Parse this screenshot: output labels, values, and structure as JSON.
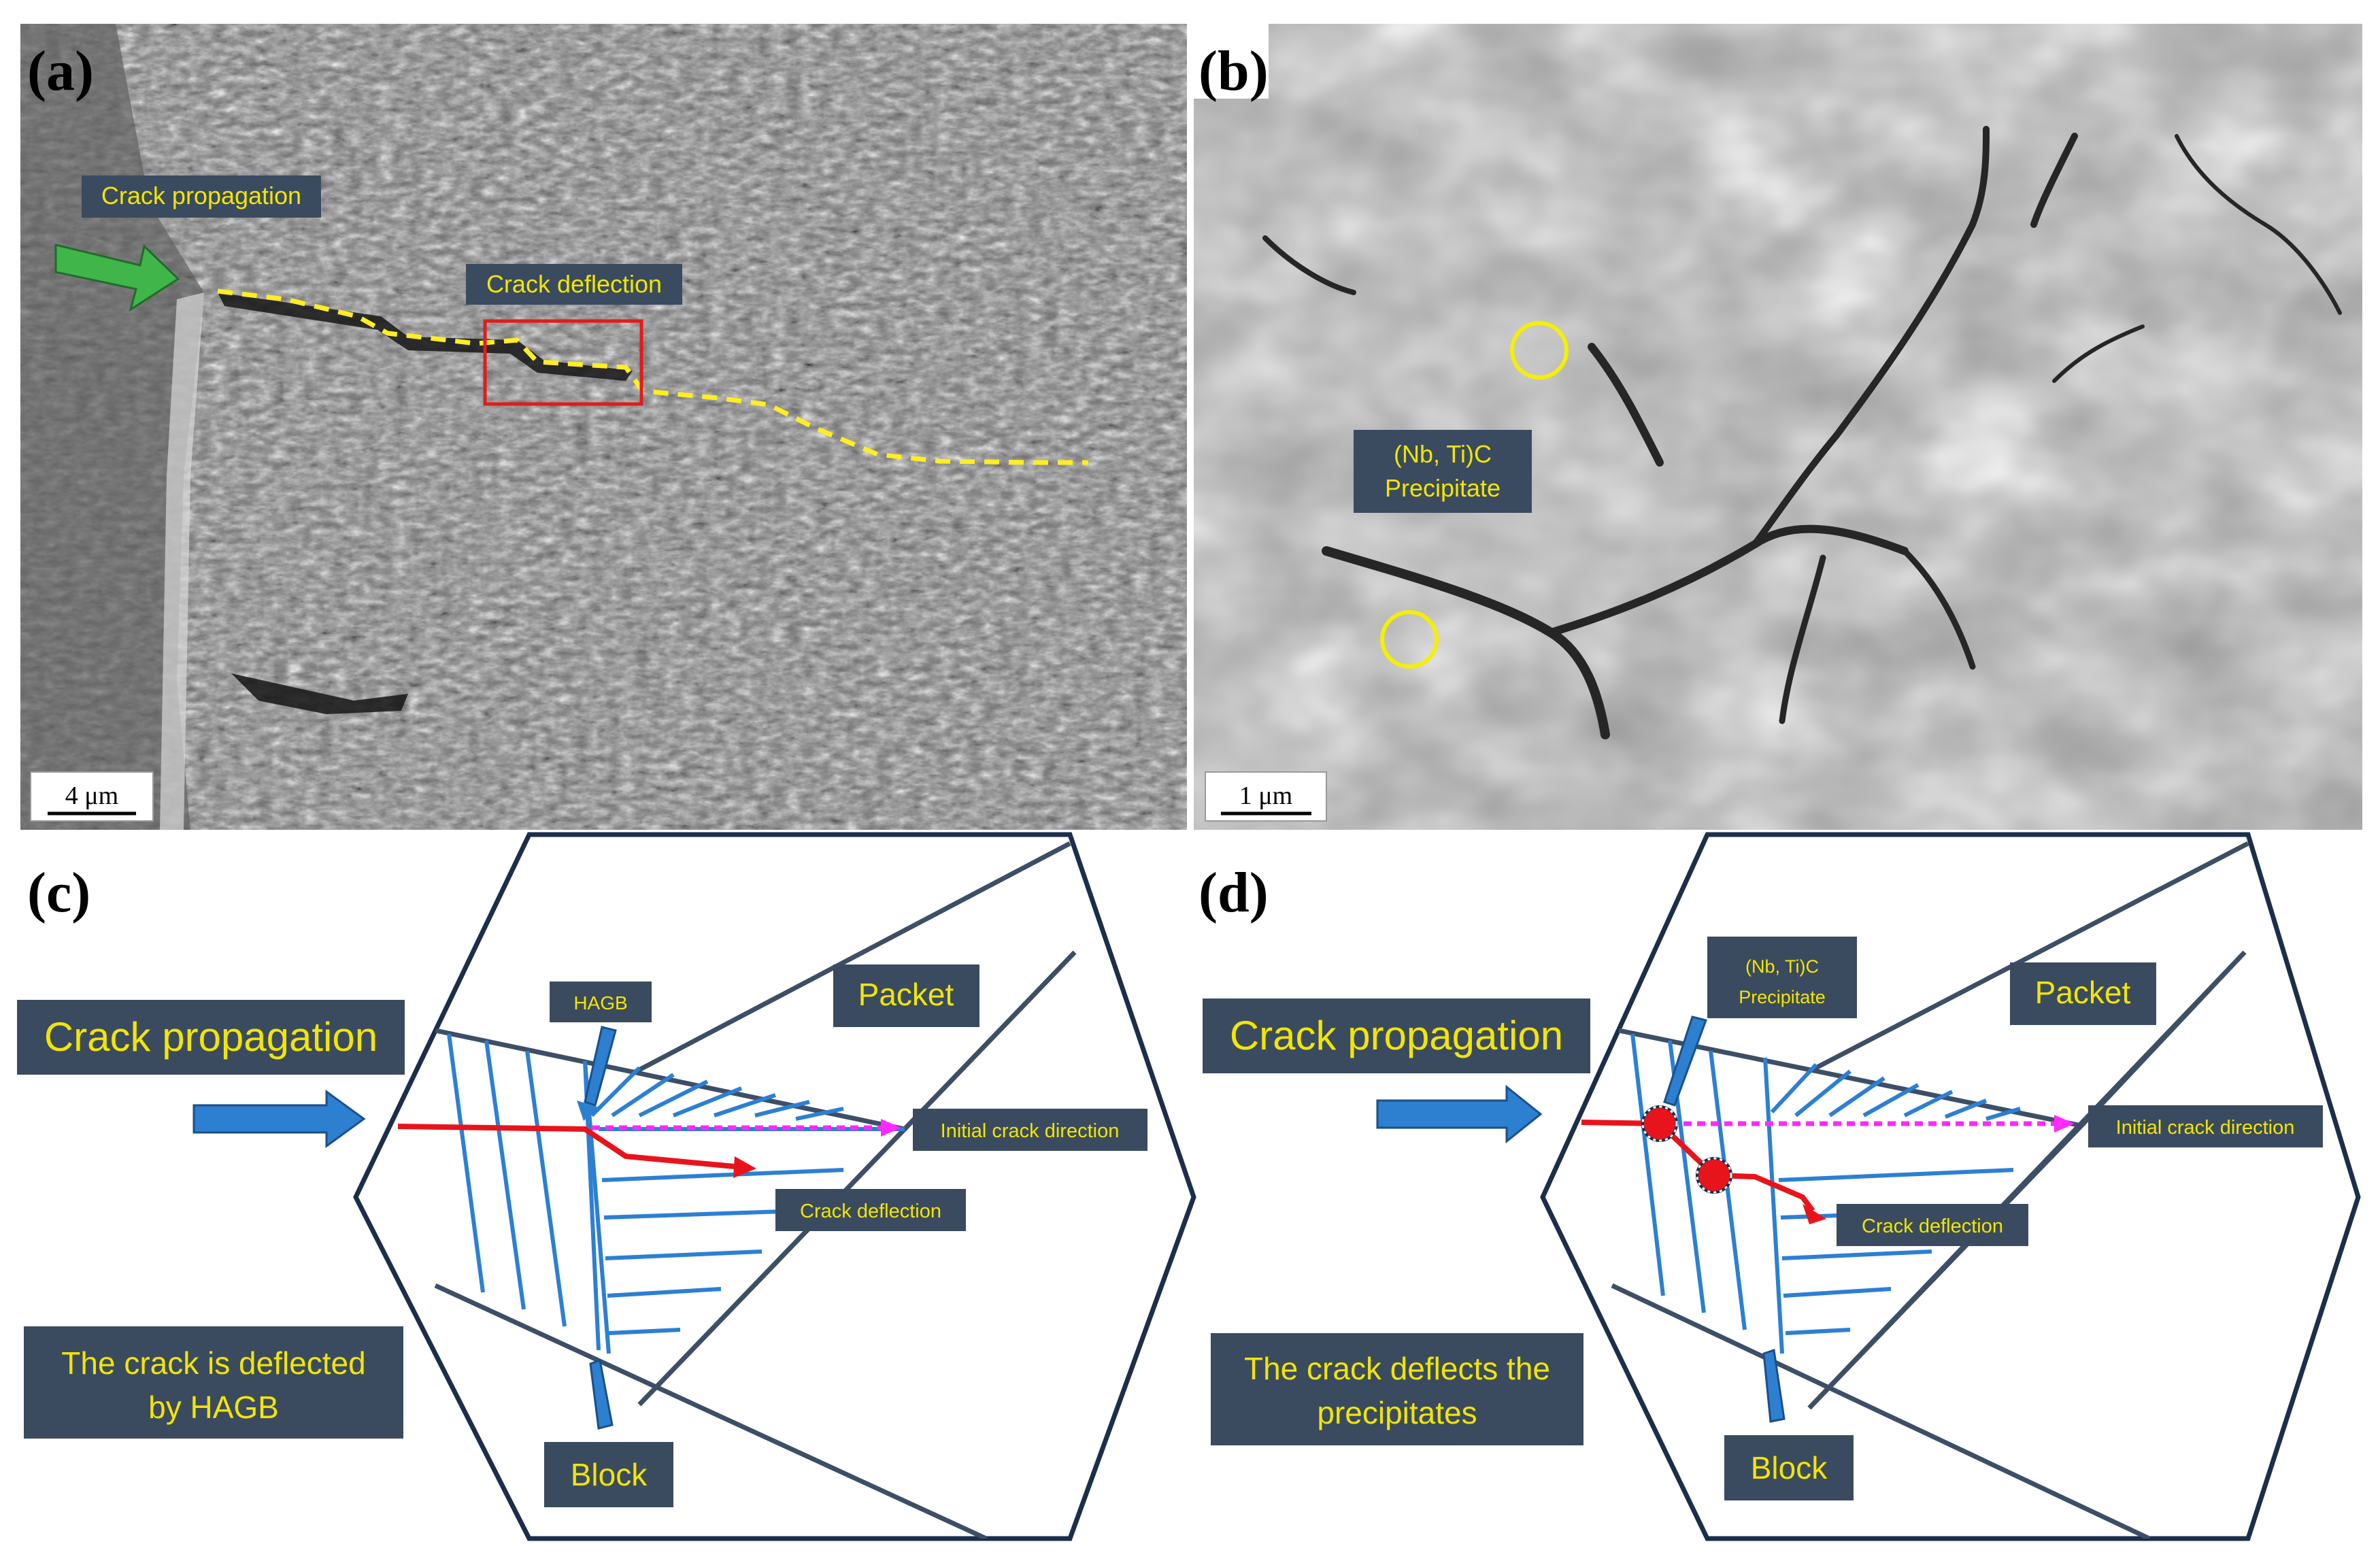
{
  "panels": {
    "a": {
      "tag": "(a)",
      "labels": {
        "crack_propagation": "Crack propagation",
        "crack_deflection": "Crack deflection"
      },
      "scale_bar": "4 μm"
    },
    "b": {
      "tag": "(b)",
      "labels": {
        "precipitate_line1": "(Nb, Ti)C",
        "precipitate_line2": "Precipitate"
      },
      "scale_bar": "1 μm"
    },
    "c": {
      "tag": "(c)",
      "labels": {
        "crack_propagation": "Crack propagation",
        "hagb": "HAGB",
        "packet": "Packet",
        "initial_crack_direction": "Initial crack direction",
        "crack_deflection": "Crack deflection",
        "block": "Block",
        "caption_line1": "The crack is deflected",
        "caption_line2": "by HAGB"
      }
    },
    "d": {
      "tag": "(d)",
      "labels": {
        "crack_propagation": "Crack propagation",
        "precipitate_line1": "(Nb, Ti)C",
        "precipitate_line2": "Precipitate",
        "packet": "Packet",
        "initial_crack_direction": "Initial crack direction",
        "crack_deflection": "Crack deflection",
        "block": "Block",
        "caption_line1": "The crack deflects the",
        "caption_line2": "precipitates"
      }
    }
  },
  "colors": {
    "label_box": "#3a4b60",
    "label_text": "#f2e600",
    "crack_path": "#e8141c",
    "initial_direction": "#ff2aff",
    "lath_lines": "#2c7fd4",
    "boundary": "#1b2e4a",
    "arrow_blue": "#2d7fd0",
    "arrow_green": "#3fb54a",
    "dashed_crack": "#ffee22",
    "highlight_box": "#e11b1b",
    "precipitate_circle": "#f5f000"
  }
}
